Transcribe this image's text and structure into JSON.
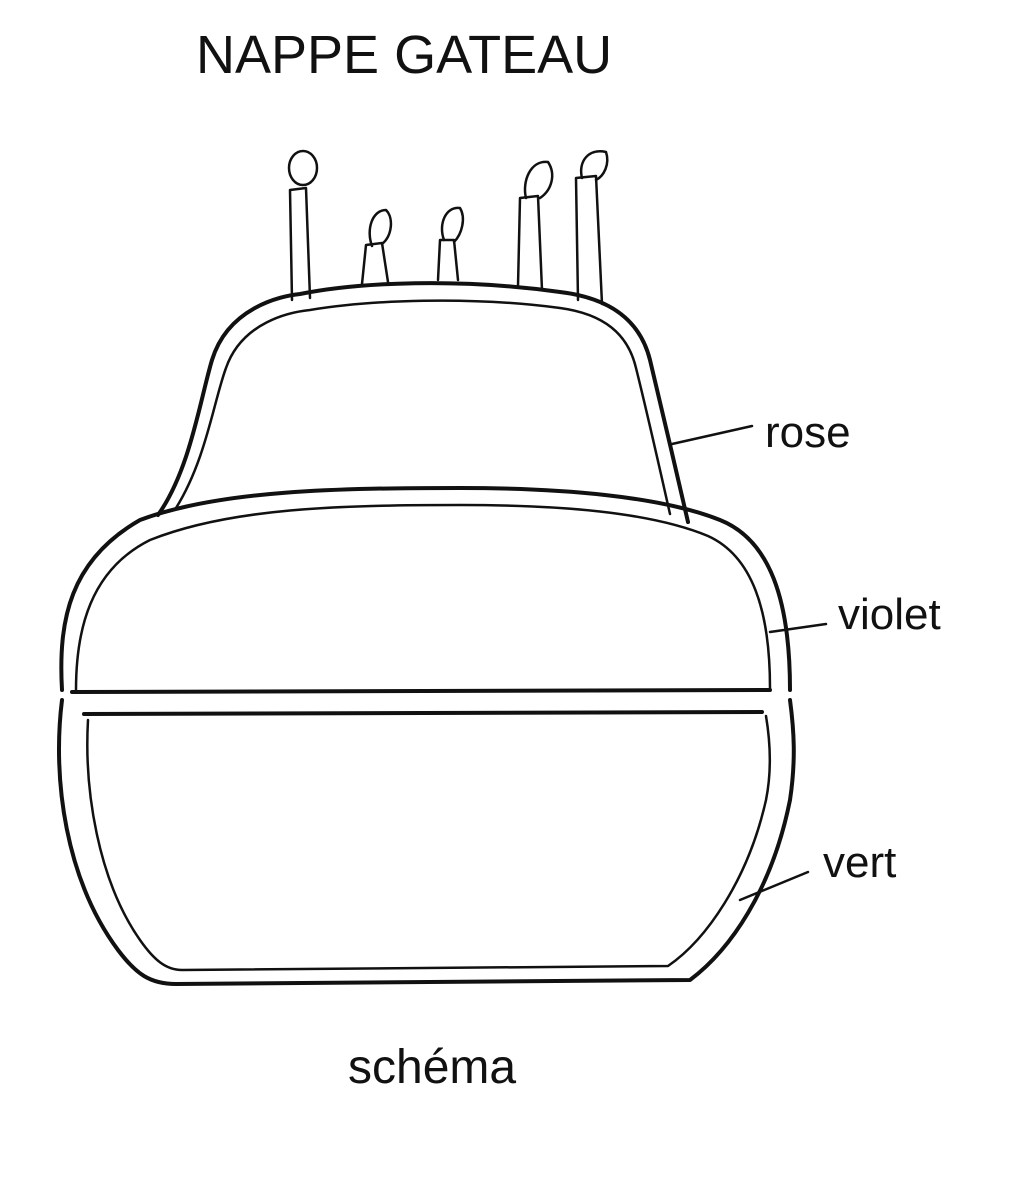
{
  "diagram": {
    "title": "NAPPE GATEAU",
    "labels": {
      "rose": "rose",
      "violet": "violet",
      "vert": "vert"
    },
    "caption": "schéma",
    "colors": {
      "ink": "#111111",
      "background": "#ffffff"
    }
  }
}
